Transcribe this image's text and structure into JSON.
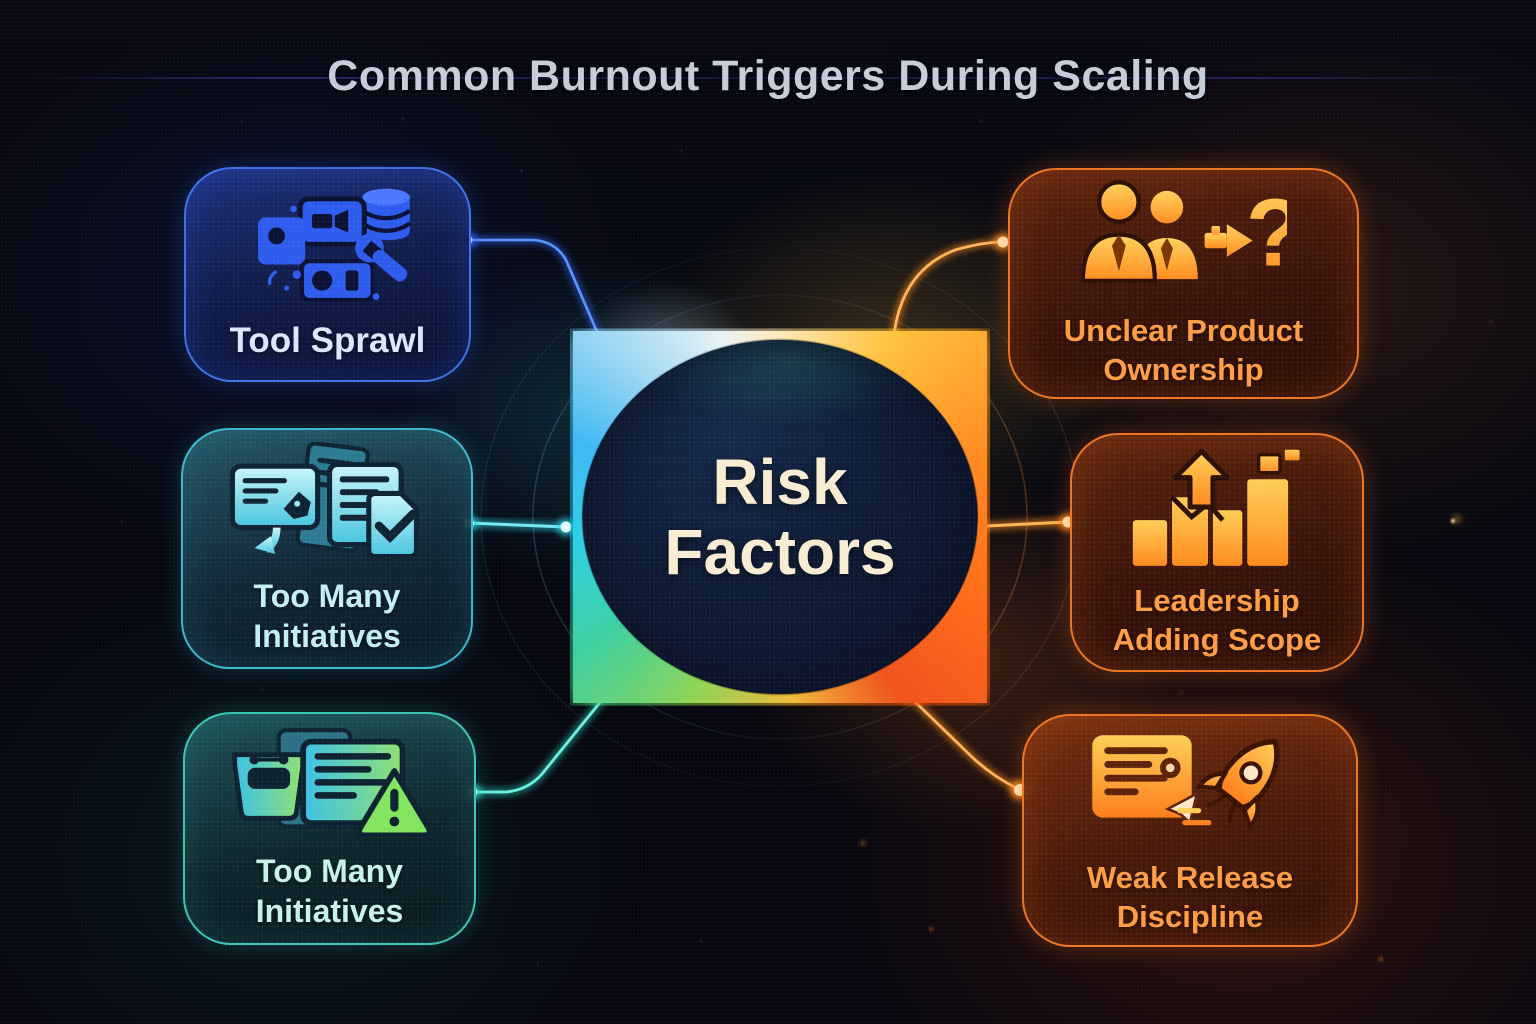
{
  "title": "Common Burnout Triggers During Scaling",
  "center": {
    "label_line1": "Risk",
    "label_line2": "Factors",
    "text_color": "#f8ecd2"
  },
  "nodes": {
    "tool_sprawl": {
      "label": "Tool Sprawl",
      "icon": "tool-cluster-icon",
      "side": "left",
      "accent": "#2e6bff",
      "text_color": "#dbe7ff"
    },
    "too_many_initiatives_1": {
      "label": "Too Many Initiatives",
      "icon": "documents-checklist-icon",
      "side": "left",
      "accent": "#38d4e6",
      "text_color": "#c3eef4"
    },
    "too_many_initiatives_2": {
      "label": "Too Many Initiatives",
      "icon": "documents-warning-icon",
      "side": "left",
      "accent": "#3ddece",
      "text_color": "#c7f2e9"
    },
    "unclear_product_ownership": {
      "label": "Unclear Product Ownership",
      "icon": "team-question-icon",
      "side": "right",
      "accent": "#ff821f",
      "text_color": "#ff9d45"
    },
    "leadership_adding_scope": {
      "label": "Leadership Adding Scope",
      "icon": "growth-arrow-icon",
      "side": "right",
      "accent": "#ff8524",
      "text_color": "#ff9d45"
    },
    "weak_release_discipline": {
      "label": "Weak Release Discipline",
      "icon": "release-rocket-icon",
      "side": "right",
      "accent": "#ff8c2e",
      "text_color": "#ffa254"
    }
  },
  "palette": {
    "background": "#06070f",
    "title_color": "#c7ccd9",
    "ring_top": "#ffd04d",
    "ring_right": "#ff7a1e",
    "ring_bottom_left": "#8ed456",
    "ring_left": "#2fd0e2",
    "connector_blue": "#2e6bff",
    "connector_cyan": "#2cd3e8",
    "connector_teal": "#2fe0c8",
    "connector_orange": "#ff8d1c"
  }
}
